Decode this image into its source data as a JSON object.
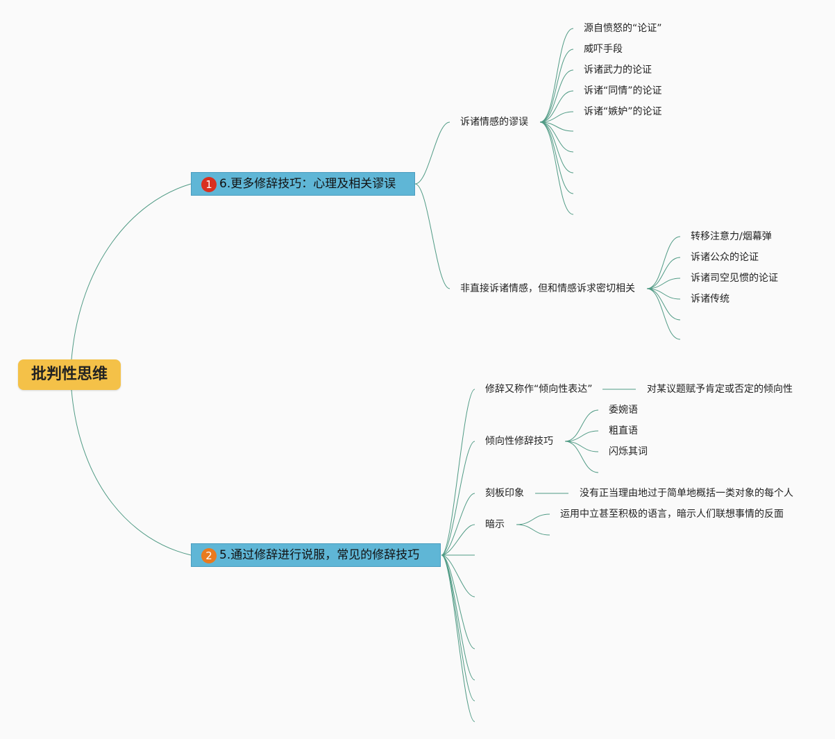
{
  "root": "批判性思维",
  "branch1": {
    "badge": "1",
    "badge_color": "#d9301f",
    "label": "6.更多修辞技巧：心理及相关谬误",
    "sub1": {
      "label": "诉诸情感的谬误",
      "items": [
        "源自愤怒的“论证”",
        "威吓手段",
        "诉诸武力的论证",
        "诉诸“同情”的论证",
        "诉诸“嫉妒”的论证"
      ]
    },
    "sub2": {
      "label": "非直接诉诸情感，但和情感诉求密切相关",
      "items": [
        "转移注意力/烟幕弹",
        "诉诸公众的论证",
        "诉诸司空见惯的论证",
        "诉诸传统"
      ]
    }
  },
  "branch2": {
    "badge": "2",
    "badge_color": "#ea7a1e",
    "label": "5.通过修辞进行说服，常见的修辞技巧",
    "sub1": {
      "label": "修辞又称作“倾向性表达”",
      "detail": "对某议题赋予肯定或否定的倾向性"
    },
    "sub2": {
      "label": "倾向性修辞技巧",
      "items": [
        "委婉语",
        "粗直语",
        "闪烁其词"
      ]
    },
    "sub3": {
      "label": "刻板印象",
      "detail": "没有正当理由地过于简单地概括一类对象的每个人"
    },
    "sub4": {
      "label": "暗示",
      "detail": "运用中立甚至积极的语言，暗示人们联想事情的反面"
    }
  },
  "colors": {
    "line": "#4f9a84",
    "root_fill": "#f4c148",
    "branch_fill": "#5fb6d6"
  }
}
